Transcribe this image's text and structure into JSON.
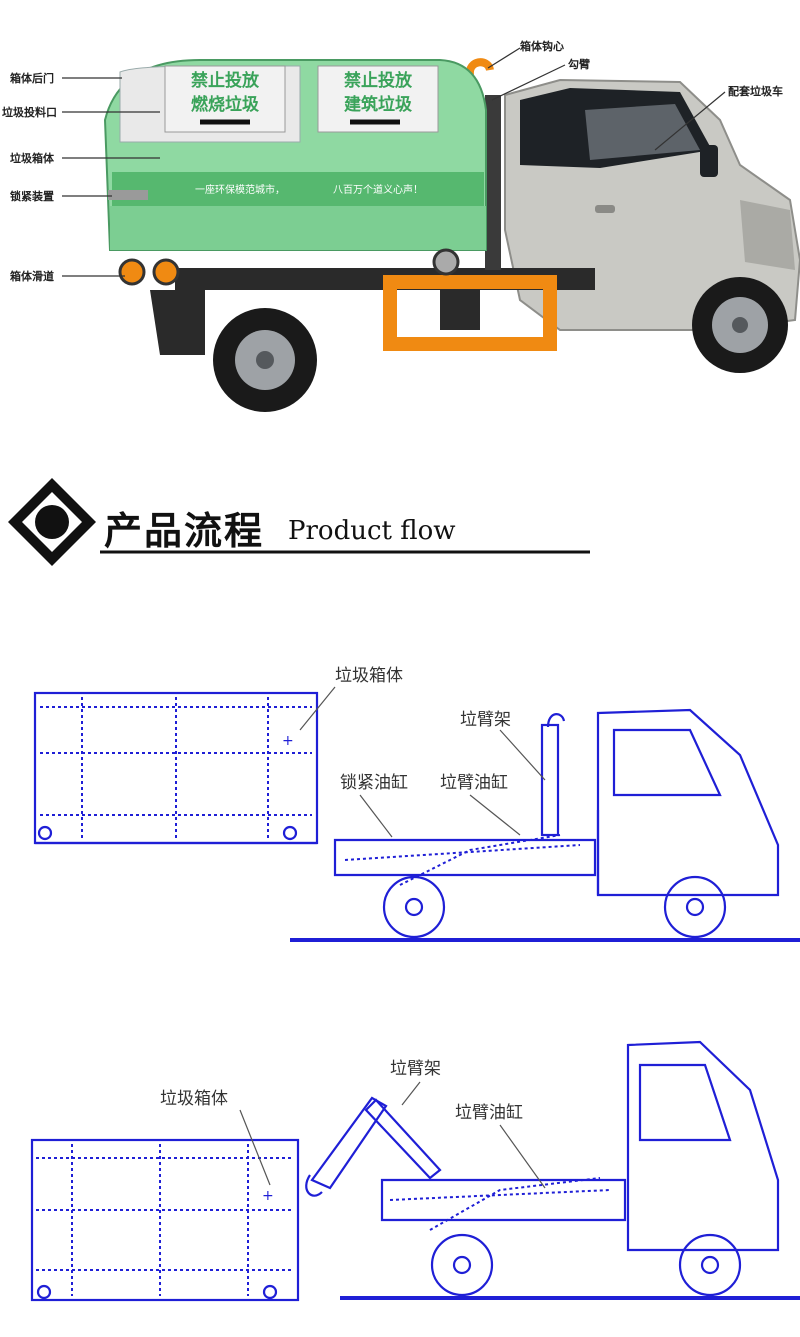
{
  "photo": {
    "callouts": {
      "rear_door": "箱体后门",
      "feed_port": "垃圾投料口",
      "bin_body": "垃圾箱体",
      "lock_device": "锁紧装置",
      "slide_rail": "箱体滑道",
      "hook_center": "箱体钩心",
      "hook_arm": "勾臂",
      "matching_truck": "配套垃圾车"
    },
    "lid_left_lines": [
      "禁止投放",
      "燃烧垃圾"
    ],
    "lid_right_lines": [
      "禁止投放",
      "建筑垃圾"
    ],
    "slogan_left": "一座环保模范城市，",
    "slogan_right": "八百万个道义心声！",
    "colors": {
      "bin_green": "#8fd9a2",
      "lid_white": "#f2f2f2",
      "truck_silver": "#c9c9c4",
      "frame_orange": "#f08a12"
    }
  },
  "heading": {
    "chinese": "产品流程",
    "english": "Product flow"
  },
  "diagram1": {
    "labels": {
      "bin": "垃圾箱体",
      "arm_frame": "垃臂架",
      "lock_cylinder": "锁紧油缸",
      "arm_cylinder": "垃臂油缸"
    }
  },
  "diagram2": {
    "labels": {
      "bin": "垃圾箱体",
      "arm_frame": "垃臂架",
      "arm_cylinder": "垃臂油缸"
    }
  },
  "colors": {
    "blueprint": "#1f1fd6"
  }
}
